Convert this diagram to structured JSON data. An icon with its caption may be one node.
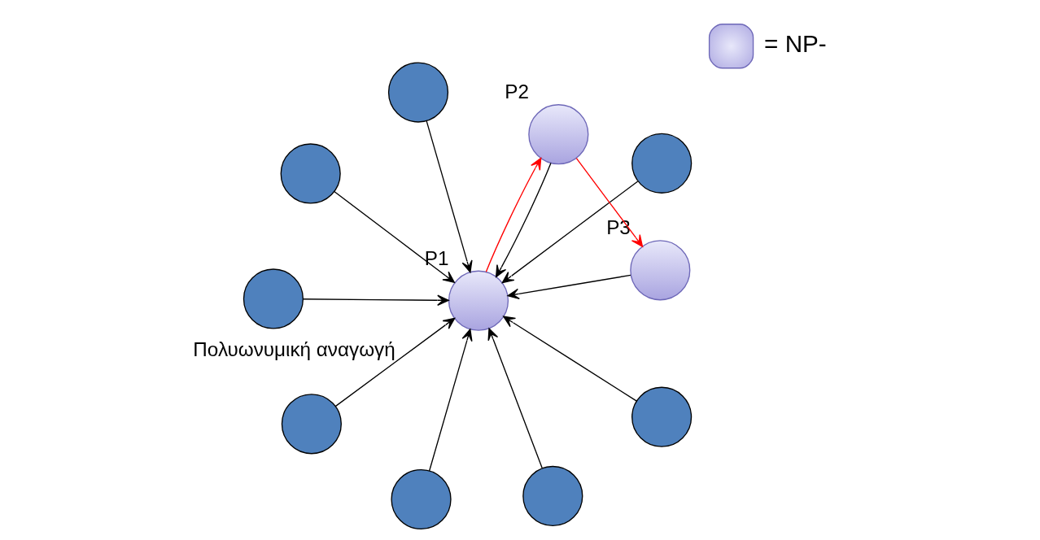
{
  "diagram": {
    "nodes": [
      {
        "text": [],
        "shape": "circle"
      },
      {
        "text": [],
        "shape": "circle"
      },
      {
        "text": [],
        "shape": "circle"
      },
      {
        "text": [],
        "shape": "circle"
      },
      {
        "text": [],
        "shape": "circle",
        "beside": [
          "P2"
        ]
      },
      {
        "text": [],
        "shape": "circle",
        "beside": [
          "P1"
        ]
      },
      {
        "text": [],
        "shape": "circle"
      },
      {
        "text": [],
        "shape": "circle",
        "beside": [
          "P3"
        ]
      },
      {
        "text": [],
        "shape": "circle"
      },
      {
        "text": [],
        "shape": "circle"
      },
      {
        "text": [],
        "shape": "circle"
      }
    ],
    "edges": [
      {
        "from": 0,
        "to": 5,
        "arrow": "to"
      },
      {
        "from": 1,
        "to": 5,
        "arrow": "to"
      },
      {
        "from": 2,
        "to": 5,
        "arrow": "to"
      },
      {
        "from": 3,
        "to": 5,
        "arrow": "to"
      },
      {
        "from": 6,
        "to": 5,
        "arrow": "to",
        "label": "Πολυωνυμική αναγωγή"
      },
      {
        "from": 4,
        "to": 5,
        "arrow": "to"
      },
      {
        "from": 5,
        "to": 4,
        "arrow": "to",
        "color": "#ff0000"
      },
      {
        "from": 4,
        "to": 7,
        "arrow": "to",
        "color": "#ff0000"
      },
      {
        "from": 7,
        "to": 5,
        "arrow": "to"
      },
      {
        "from": 8,
        "to": 5,
        "arrow": "to"
      },
      {
        "from": 9,
        "to": 5,
        "arrow": "to"
      },
      {
        "from": 10,
        "to": 5,
        "arrow": "to"
      }
    ],
    "legend": [
      {
        "text": "= NP-"
      }
    ]
  }
}
